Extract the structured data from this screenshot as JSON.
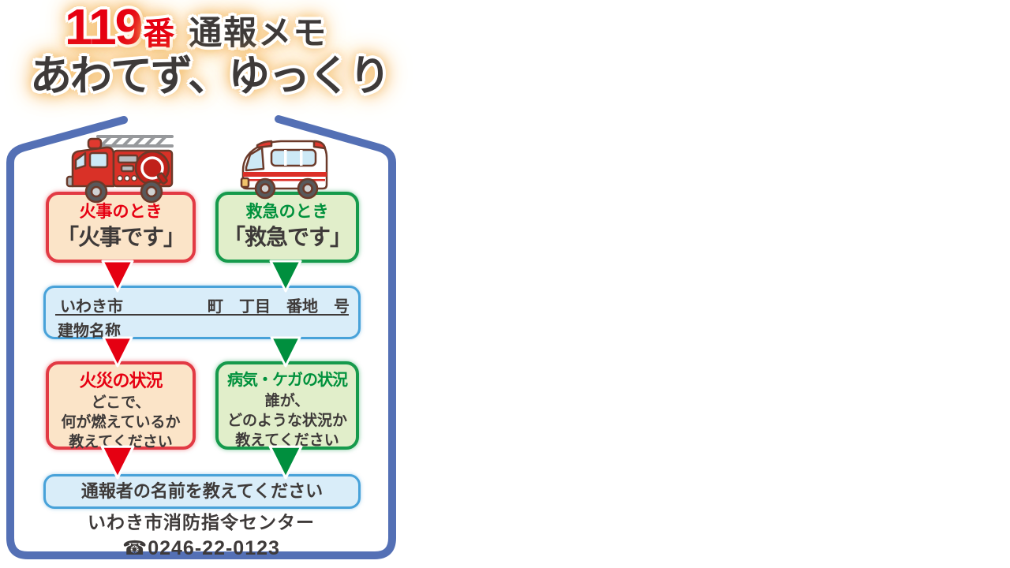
{
  "title": {
    "number_main": "119",
    "number_suffix": "番",
    "memo_label": "通報メモ",
    "subtitle": "あわてず、ゆっくり"
  },
  "fire": {
    "when_label": "火事のとき",
    "say_label": "「火事です」",
    "status_title": "火災の状況",
    "status_lines": [
      "どこで、",
      "何が燃えているか",
      "教えてください"
    ]
  },
  "ems": {
    "when_label": "救急のとき",
    "say_label": "「救急です」",
    "status_title": "病気・ケガの状況",
    "status_lines": [
      "誰が、",
      "どのような状況か",
      "教えてください"
    ]
  },
  "address": {
    "city": "いわき市",
    "fields": [
      "町",
      "丁目",
      "番地",
      "号"
    ],
    "building_label": "建物名称"
  },
  "caller": {
    "label": "通報者の名前を教えてください"
  },
  "footer": {
    "center_name": "いわき市消防指令センター",
    "phone": "☎0246-22-0123"
  },
  "icons": {
    "fire_truck": "fire-truck-illustration",
    "ambulance": "ambulance-illustration",
    "red_arrow": "red-down-arrow",
    "green_arrow": "green-down-arrow"
  },
  "colors": {
    "accent_red": "#e60012",
    "accent_green": "#00913c",
    "box_red_border": "#e23a44",
    "box_red_bg": "#fbe4c8",
    "box_green_border": "#169a4c",
    "box_green_bg": "#e1eeca",
    "box_blue_border": "#48a2d9",
    "box_blue_bg": "#d9edf9",
    "house_border": "#5470b5",
    "title_glow": "#f6c173",
    "text_dark": "#3e3a39"
  }
}
